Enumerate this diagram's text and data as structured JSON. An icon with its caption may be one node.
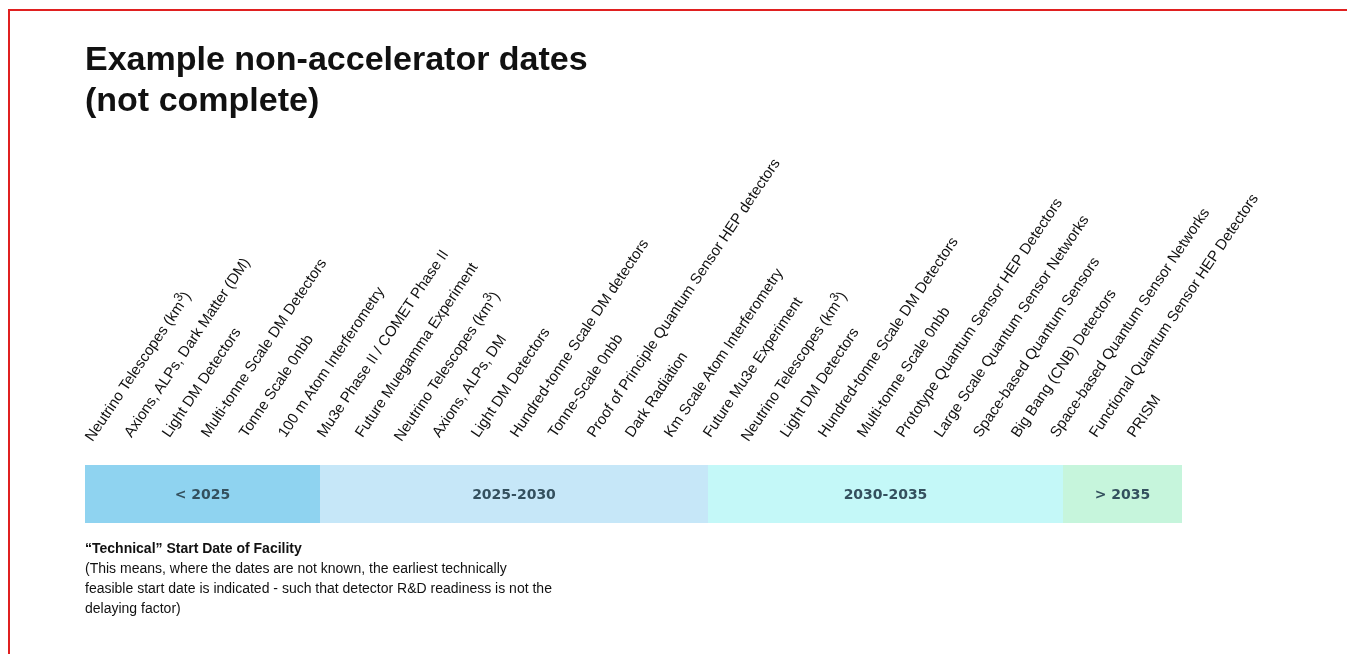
{
  "diagram": {
    "title": "Example non-accelerator dates (not complete)",
    "nodes": [
      {
        "text": [
          "< 2025"
        ]
      },
      {
        "text": [
          "2025-2030"
        ]
      },
      {
        "text": [
          "2030-2035"
        ]
      },
      {
        "text": [
          "> 2035"
        ]
      }
    ],
    "edges": [],
    "labels": [
      "Neutrino Telescopes (km$^{3}$)",
      "Axions, ALPs, Dark Matter (DM)",
      "Light DM Detectors",
      "Multi-tonne Scale DM Detectors",
      "Tonne Scale 0nbb",
      "100 m Atom Interferometry",
      "Mu3e Phase II / COMET Phase II",
      "Future Muegamma Experiment",
      "Neutrino Telescopes (km$^{3}$)",
      "Axions, ALPs, DM",
      "Light DM Detectors",
      "Hundred-tonne Scale DM detectors",
      "Tonne-Scale 0nbb",
      "Proof of Principle Quantum Sensor HEP detectors",
      "Dark Radiation",
      "Km Scale Atom Interferometry",
      "Future Mu3e Experiment",
      "Neutrino Telescopes (km$^{3}$)",
      "Light DM Detectors",
      "Hundred-tonne Scale DM Detectors",
      "Multi-tonne Scale 0nbb",
      "Prototype Quantum Sensor HEP Detectors",
      "Large Scale Quantum Sensor Networks",
      "Space-based Quantum Sensors",
      "Big Bang (CNB) Detectors",
      "Space-based Quantum Sensor Networks",
      "Functional Quantum Sensor HEP Detectors",
      "PRISM",
      "“Technical” Start Date of Facility",
      "(This means, where the dates are not known, the earliest technically feasible start date is indicated - such that detector R&D readiness is not the delaying factor)"
    ]
  }
}
